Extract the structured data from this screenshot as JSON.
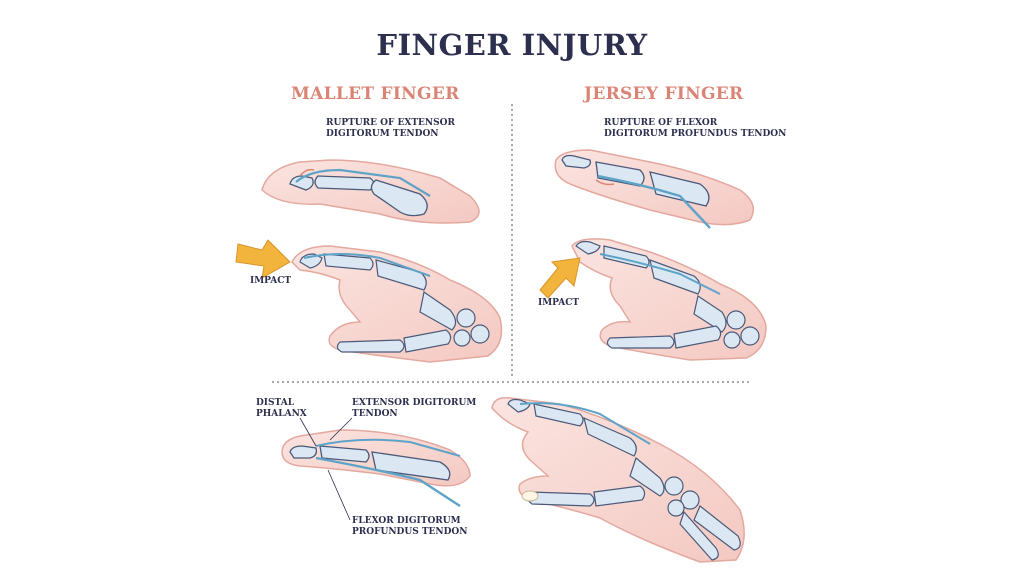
{
  "title": "FINGER INJURY",
  "sections": {
    "mallet": {
      "heading": "MALLET FINGER",
      "rupture_label": [
        "RUPTURE OF EXTENSOR",
        "DIGITORUM TENDON"
      ],
      "impact_label": "IMPACT"
    },
    "jersey": {
      "heading": "JERSEY FINGER",
      "rupture_label": [
        "RUPTURE OF FLEXOR",
        "DIGITORUM PROFUNDUS TENDON"
      ],
      "impact_label": "IMPACT"
    },
    "anatomy": {
      "distal_label": [
        "DISTAL",
        "PHALANX"
      ],
      "extensor_label": [
        "EXTENSOR DIGITORUM",
        "TENDON"
      ],
      "flexor_label": [
        "FLEXOR DIGITORUM",
        "PROFUNDUS TENDON"
      ]
    }
  },
  "colors": {
    "title": "#2c2f4e",
    "heading": "#d98474",
    "skin": "#f9d9d4",
    "skin_outline": "#e3a89e",
    "bone": "#dbe7f2",
    "bone_outline": "#4a5a7a",
    "tendon": "#5ea3c8",
    "arrow": "#f2b43c"
  }
}
